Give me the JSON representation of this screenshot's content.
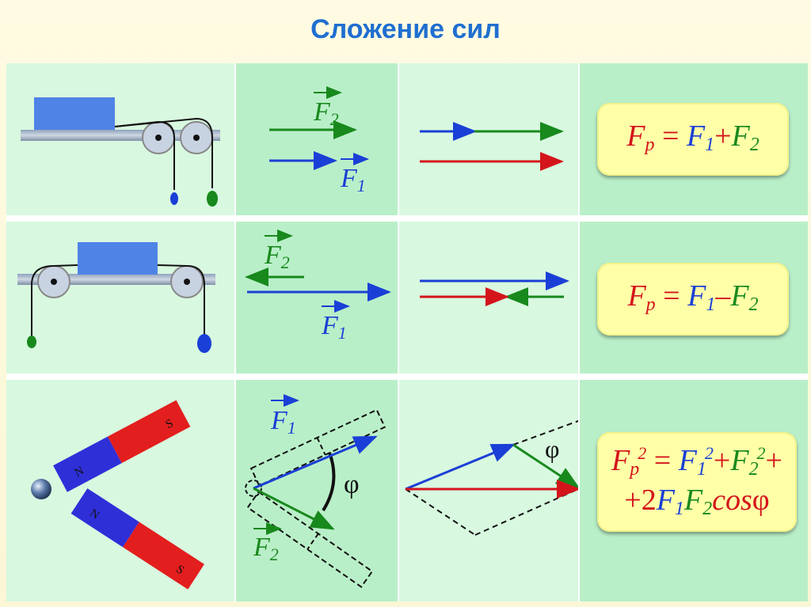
{
  "title": "Сложение сил",
  "labels": {
    "f1": "F",
    "f2": "F",
    "sub1": "1",
    "sub2": "2",
    "phi": "φ",
    "magnet_n": "N",
    "magnet_s": "S"
  },
  "formulas": {
    "row1": {
      "lhs": "F",
      "lhs_sub": "р",
      "eq": " = ",
      "a": "F",
      "a_sub": "1",
      "op": "+",
      "b": "F",
      "b_sub": "2"
    },
    "row2": {
      "lhs": "F",
      "lhs_sub": "р",
      "eq": " = ",
      "a": "F",
      "a_sub": "1",
      "op": "–",
      "b": "F",
      "b_sub": "2"
    },
    "row3": {
      "lhs": "F",
      "lhs_sub": "р",
      "lhs_sup": "2",
      "eq": " = ",
      "a": "F",
      "a_sub": "1",
      "a_sup": "2",
      "op": "+",
      "b": "F",
      "b_sub": "2",
      "b_sup": "2",
      "op2": "+",
      "line2_pre": "+2",
      "c": "F",
      "c_sub": "1",
      "d": "F",
      "d_sub": "2",
      "cos": "cos",
      "phi": "φ"
    }
  },
  "colors": {
    "title": "#1f6fd0",
    "blue": "#1a3fd6",
    "green": "#18891d",
    "red": "#d4141b",
    "block": "#4f83e6"
  }
}
